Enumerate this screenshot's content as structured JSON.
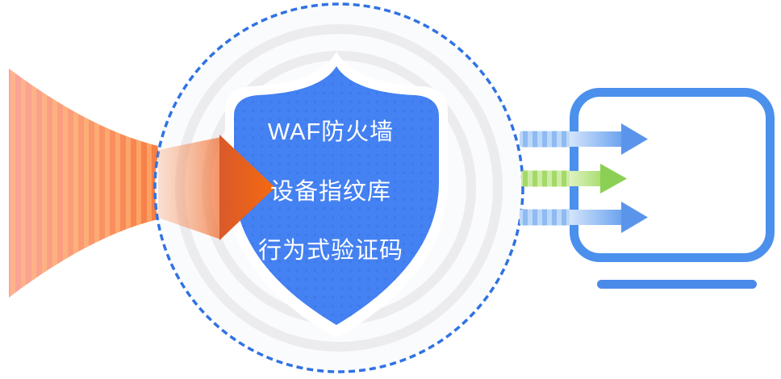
{
  "shield": {
    "labels": [
      {
        "text": "WAF防火墙"
      },
      {
        "text": "设备指纹库"
      },
      {
        "text": "行为式验证码"
      }
    ]
  },
  "icons": {
    "attack_beam": "attack-traffic-beam-icon",
    "attack_arrowhead": "attack-arrowhead-icon",
    "boundary": "dashed-protection-circle",
    "shield": "shield-icon",
    "passed_arrows": [
      "arrow-right-icon",
      "arrow-right-icon",
      "arrow-right-icon"
    ],
    "panel": "protected-panel"
  },
  "colors": {
    "shield_blue": "#4481f2",
    "shield_dot_blue": "#3a72dd",
    "dash_border_blue": "#2f72e3",
    "ring_gray": "#ececee",
    "circle_fill": "#fafbfc",
    "attack_orange_deep": "#f5650d",
    "attack_pink": "#fba49b",
    "pass_arrow_blue": "#5b95eb",
    "pass_arrow_green": "#8bd054",
    "panel_border_blue": "#4b90ec",
    "panel_base_blue": "#4a8ae9",
    "text_white": "#ffffff"
  }
}
